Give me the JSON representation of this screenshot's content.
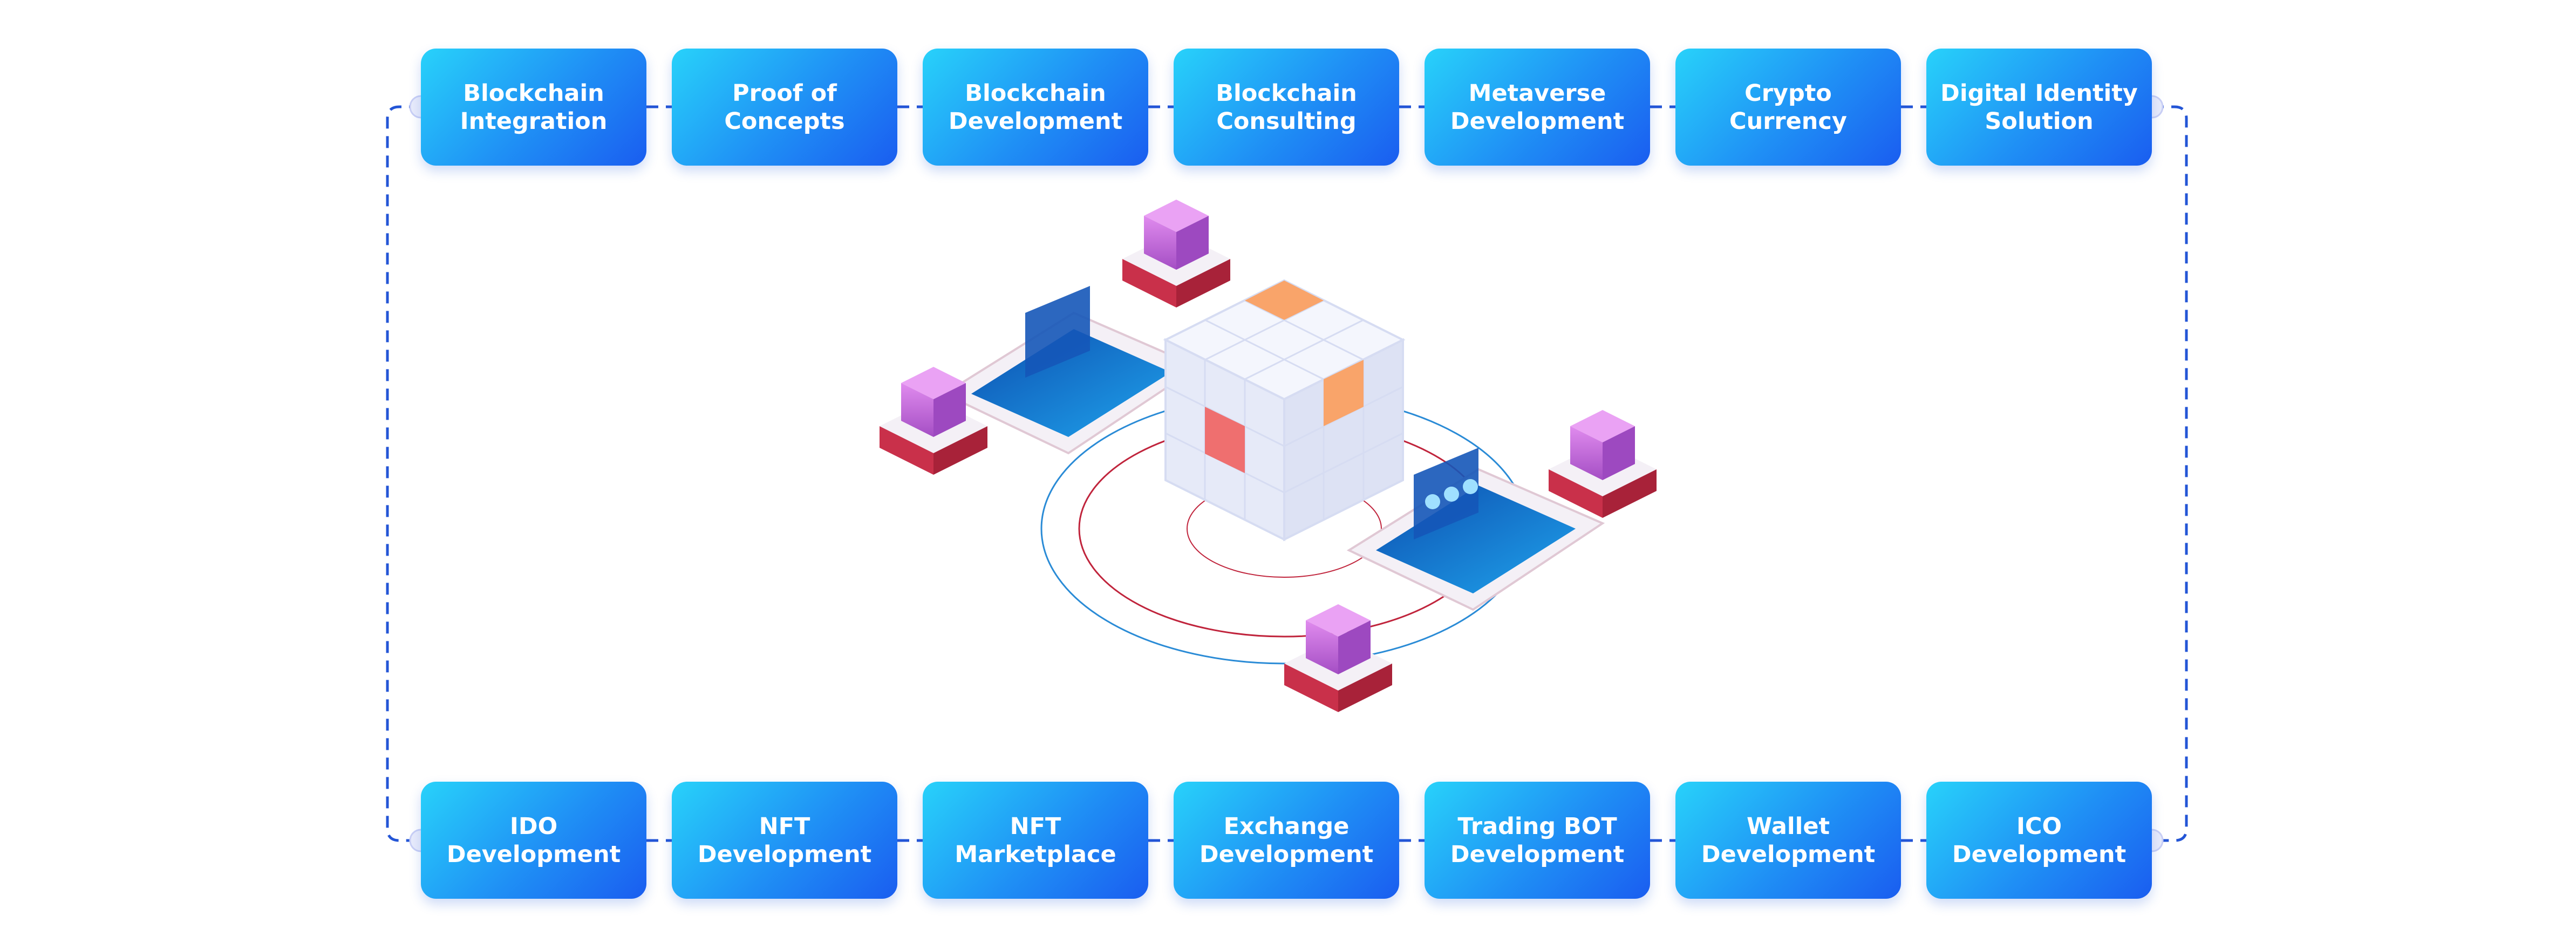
{
  "top_row": [
    {
      "label": "Blockchain\nIntegration"
    },
    {
      "label": "Proof of\nConcepts"
    },
    {
      "label": "Blockchain\nDevelopment"
    },
    {
      "label": "Blockchain\nConsulting"
    },
    {
      "label": "Metaverse\nDevelopment"
    },
    {
      "label": "Crypto\nCurrency"
    },
    {
      "label": "Digital Identity\nSolution"
    }
  ],
  "bottom_row": [
    {
      "label": "IDO\nDevelopment"
    },
    {
      "label": "NFT\nDevelopment"
    },
    {
      "label": "NFT\nMarketplace"
    },
    {
      "label": "Exchange\nDevelopment"
    },
    {
      "label": "Trading BOT\nDevelopment"
    },
    {
      "label": "Wallet\nDevelopment"
    },
    {
      "label": "ICO\nDevelopment"
    }
  ],
  "colors": {
    "box_gradient_start": "#28d2fa",
    "box_gradient_end": "#1a5df0",
    "connector": "#2355d6",
    "cube_white": "#eef1fb",
    "cube_orange": "#f9a46a",
    "cube_red": "#ef6f6f",
    "gem_purple": "#c26ad6",
    "tablet_screen": "#1479d8",
    "ring_blue": "#2a8bd6",
    "ring_red": "#c0243c"
  },
  "icons": [
    "blockchain-cube-illustration",
    "tablet-icon",
    "gem-pedestal-icon"
  ]
}
